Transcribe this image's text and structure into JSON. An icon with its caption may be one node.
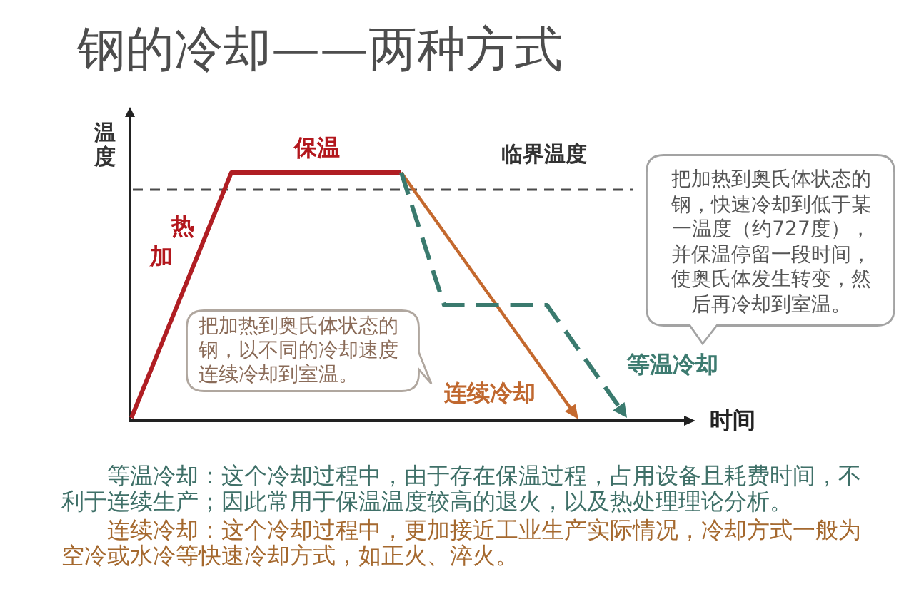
{
  "diagram": {
    "title": "钢的冷却——两种方式",
    "nodes": [
      {
        "text": [
          "把加热到奥氏体状态的钢，快速冷却到低于某一温度（约727度），并保温停留一段时间，使奥氏体发生转变，然后再冷却到室温。"
        ]
      },
      {
        "text": [
          "把加热到奥氏体状态的钢，以不同的冷却速度连续冷却到室温。"
        ]
      }
    ],
    "labels": [
      "温度",
      "保温",
      "临界温度",
      "热",
      "加",
      "等温冷却",
      "连续冷却",
      "时间",
      "等温冷却：这个冷却过程中，由于存在保温过程，占用设备且耗费时间，不利于连续生产；因此常用于保温温度较高的退火，以及热处理理论分析。",
      "连续冷却：这个冷却过程中，更加接近工业生产实际情况，冷却方式一般为空冷或水冷等快速冷却方式，如正火、淬火。"
    ]
  }
}
